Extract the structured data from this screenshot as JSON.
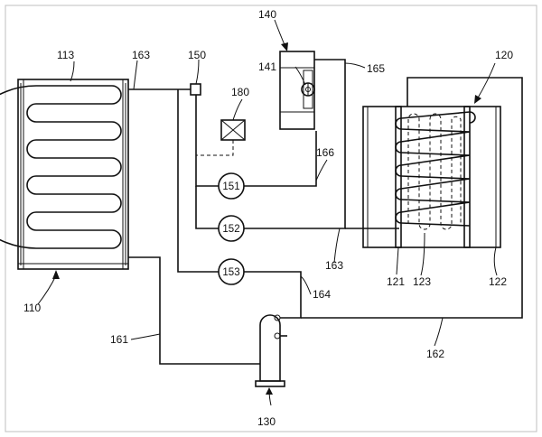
{
  "labels": {
    "condenser": "110",
    "condenser_tube": "113",
    "evaporator_unit": "120",
    "evaporator_left_plate": "121",
    "evaporator_right_plate": "122",
    "evaporator_tube": "123",
    "compressor": "130",
    "fan_unit": "140",
    "fan": "141",
    "expansion_valve": "150",
    "gauge_1": "151",
    "gauge_2": "152",
    "gauge_3": "153",
    "controller": "180",
    "pipe_161": "161",
    "pipe_162": "162",
    "pipe_163_top": "163",
    "pipe_163_bottom": "163",
    "pipe_164": "164",
    "pipe_165": "165",
    "pipe_166": "166"
  }
}
